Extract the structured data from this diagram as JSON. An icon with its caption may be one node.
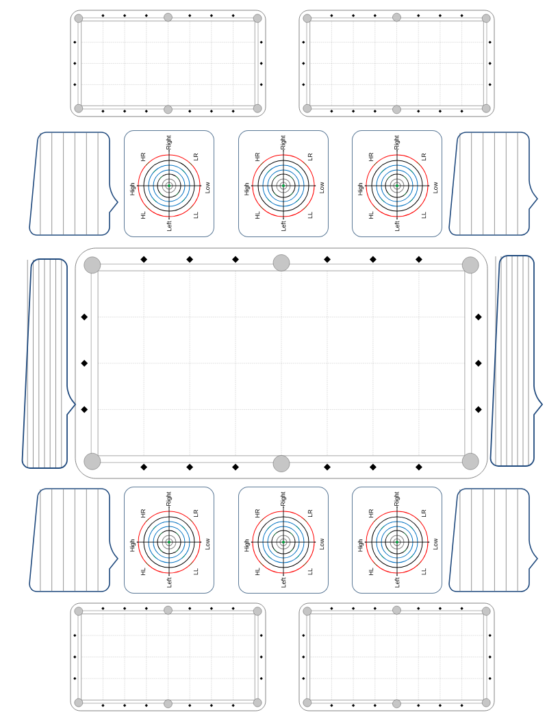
{
  "diagram": {
    "nodes": [
      {
        "text": [
          "HR",
          "Right",
          "LR",
          "High",
          "Low",
          "HL",
          "Left",
          "LL"
        ]
      },
      {
        "text": [
          "HR",
          "Right",
          "LR",
          "High",
          "Low",
          "HL",
          "Left",
          "LL"
        ]
      },
      {
        "text": [
          "HR",
          "Right",
          "LR",
          "High",
          "Low",
          "HL",
          "Left",
          "LL"
        ]
      },
      {
        "text": [
          "HR",
          "Right",
          "LR",
          "High",
          "Low",
          "HL",
          "Left",
          "LL"
        ]
      },
      {
        "text": [
          "HR",
          "Right",
          "LR",
          "High",
          "Low",
          "HL",
          "Left",
          "LL"
        ]
      },
      {
        "text": [
          "HR",
          "Right",
          "LR",
          "High",
          "Low",
          "HL",
          "Left",
          "LL"
        ]
      }
    ]
  }
}
